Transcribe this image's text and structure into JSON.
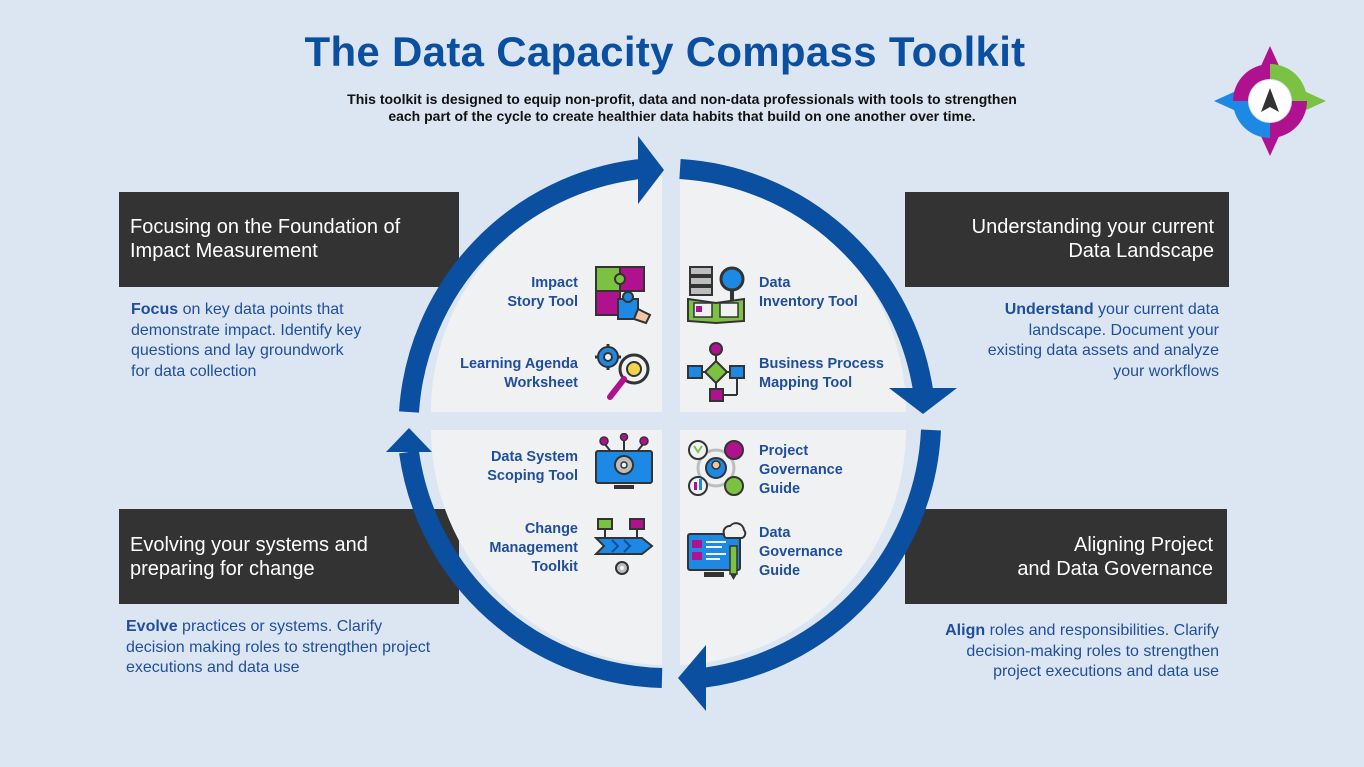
{
  "title": "The Data Capacity Compass Toolkit",
  "subtitle": {
    "line1": "This toolkit is designed to equip non-profit, data and non-data professionals with tools to strengthen",
    "line2": "each part of the cycle to create healthier data habits that build on one another over time."
  },
  "colors": {
    "background": "#dce6f2",
    "title": "#0b4fa0",
    "band": "#333333",
    "arrow": "#0b4fa0",
    "text_blue": "#1f4e9c",
    "quadrant": "#f0f1f3"
  },
  "sections": {
    "top_left": {
      "heading_line1": "Focusing on the Foundation of",
      "heading_line2": "Impact Measurement",
      "bold": "Focus",
      "desc_line1": " on key data points that",
      "desc_line2": "demonstrate impact. Identify key",
      "desc_line3": "questions and lay groundwork",
      "desc_line4": "for data collection"
    },
    "top_right": {
      "heading_line1": "Understanding your current",
      "heading_line2": "Data Landscape",
      "bold": "Understand",
      "desc_line1": " your current data",
      "desc_line2": "landscape. Document your",
      "desc_line3": "existing data assets and analyze",
      "desc_line4": "your workflows"
    },
    "bottom_left": {
      "heading_line1": "Evolving your systems and",
      "heading_line2": "preparing for change",
      "bold": "Evolve",
      "desc_line1": " practices or systems. Clarify",
      "desc_line2": "decision making roles to strengthen project",
      "desc_line3": "executions and data use"
    },
    "bottom_right": {
      "heading_line1": "Aligning Project",
      "heading_line2": "and Data Governance",
      "bold": "Align",
      "desc_line1": " roles and responsibilities. Clarify",
      "desc_line2": "decision-making roles to strengthen",
      "desc_line3": "project executions and data use"
    }
  },
  "tools": {
    "impact_story": {
      "line1": "Impact",
      "line2": "Story Tool",
      "icon": "puzzle-icon"
    },
    "learning_agenda": {
      "line1": "Learning Agenda",
      "line2": "Worksheet",
      "icon": "gear-lightbulb-icon"
    },
    "data_inventory": {
      "line1": "Data",
      "line2": "Inventory Tool",
      "icon": "server-magnifier-icon"
    },
    "business_process": {
      "line1": "Business Process",
      "line2": "Mapping Tool",
      "icon": "flowchart-icon"
    },
    "data_system_scoping": {
      "line1": "Data System",
      "line2": "Scoping Tool",
      "icon": "monitor-gear-icon"
    },
    "change_management": {
      "line1": "Change",
      "line2": "Management",
      "line3": "Toolkit",
      "icon": "process-arrows-icon"
    },
    "project_governance": {
      "line1": "Project",
      "line2": "Governance",
      "line3": "Guide",
      "icon": "people-cycle-icon"
    },
    "data_governance": {
      "line1": "Data",
      "line2": "Governance",
      "line3": "Guide",
      "icon": "monitor-cloud-icon"
    }
  }
}
